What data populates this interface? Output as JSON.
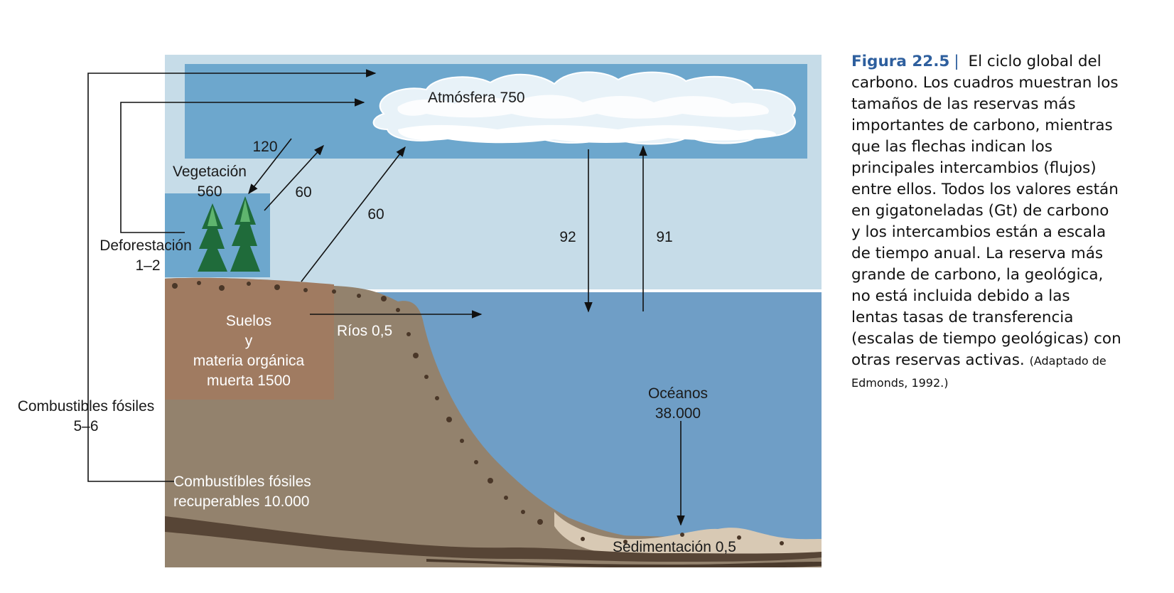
{
  "figure": {
    "number": "Figura 22.5",
    "caption": "El ciclo global del carbono. Los cuadros muestran los tamaños de las reservas más importantes de carbono, mientras que las flechas indican los principales intercambios (flujos) entre ellos. Todos los valores están en gigatoneladas (Gt) de carbono y los intercambios están a escala de tiempo anual. La reserva más grande de carbono, la geológica, no está incluida debido a las lentas tasas de transferencia (escalas de tiempo geológicas) con otras reservas activas.",
    "source": "(Adaptado de Edmonds, 1992.)"
  },
  "labels": {
    "atmosphere": "Atmósfera 750",
    "vegetation_name": "Vegetación",
    "vegetation_value": "560",
    "flux_veg_down": "120",
    "flux_veg_up": "60",
    "flux_soil_up": "60",
    "flux_ocean_down": "92",
    "flux_ocean_up": "91",
    "deforestation_name": "Deforestación",
    "deforestation_value": "1–2",
    "soils_line1": "Suelos",
    "soils_line2": "y",
    "soils_line3": "materia orgánica",
    "soils_line4": "muerta 1500",
    "rivers": "Ríos 0,5",
    "oceans_name": "Océanos",
    "oceans_value": "38.000",
    "fossil_flux_name": "Combustibles fósiles",
    "fossil_flux_value": "5–6",
    "fossil_reserve_line1": "Combustíbles fósiles",
    "fossil_reserve_line2": "recuperables 10.000",
    "sedimentation": "Sedimentación 0,5"
  }
}
